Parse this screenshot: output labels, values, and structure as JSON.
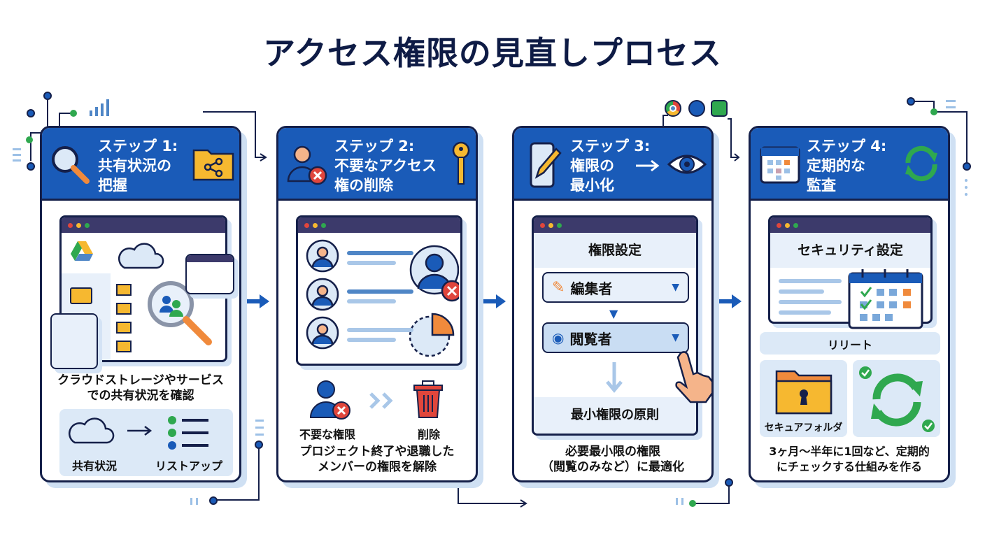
{
  "title": "アクセス権限の見直しプロセス",
  "steps": [
    {
      "label": "ステップ 1:",
      "title_l1": "共有状況の",
      "title_l2": "把握",
      "description_l1": "クラウドストレージやサービス",
      "description_l2": "での共有状況を確認",
      "flow_from": "共有状況",
      "flow_to": "リストアップ"
    },
    {
      "label": "ステップ 2:",
      "title_l1": "不要なアクセス",
      "title_l2": "権の削除",
      "icon_label_left": "不要な権限",
      "icon_label_right": "削除",
      "description_l1": "プロジェクト終了や退職した",
      "description_l2": "メンバーの権限を解除"
    },
    {
      "label": "ステップ 3:",
      "title_l1": "権限の",
      "title_l2": "最小化",
      "window_title": "権限設定",
      "role_editor": "編集者",
      "role_viewer": "閲覧者",
      "principle": "最小権限の原則",
      "description_l1": "必要最小限の権限",
      "description_l2": "（閲覧のみなど）に最適化"
    },
    {
      "label": "ステップ 4:",
      "title_l1": "定期的な",
      "title_l2": "監査",
      "window_title": "セキュリティ設定",
      "reminder": "リリート",
      "folder_label": "セキュアフォルダ",
      "description_l1": "3ヶ月〜半年に1回など、定期的",
      "description_l2": "にチェックする仕組みを作る"
    }
  ],
  "colors": {
    "header": "#1a5bb8",
    "outline": "#15204a",
    "title": "#0e1b45",
    "accent_orange": "#f08a3c",
    "folder": "#f6b830",
    "green": "#2fa84f",
    "red": "#e0463c"
  }
}
